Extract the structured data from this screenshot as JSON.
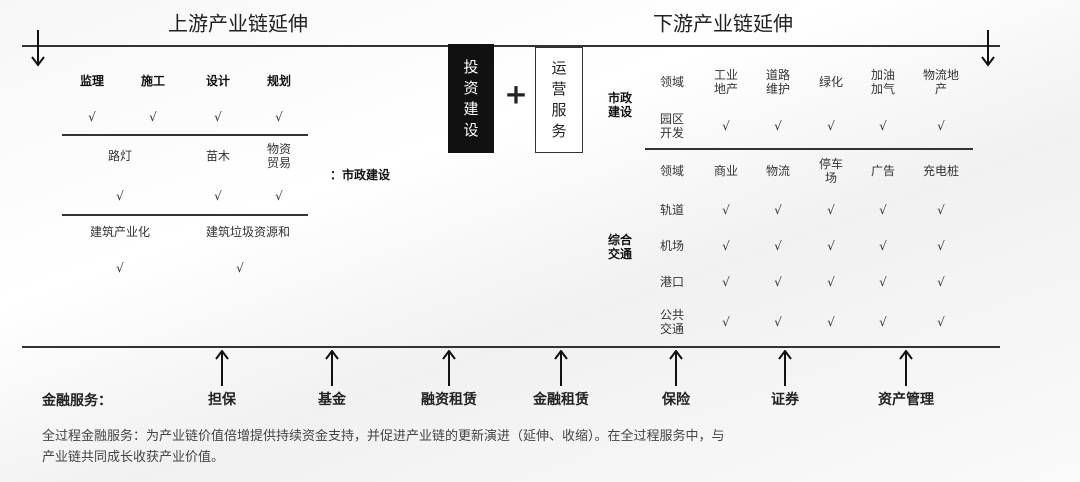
{
  "upstream": {
    "title": "上游产业链延伸",
    "row1": {
      "headers": [
        "监理",
        "施工",
        "设计",
        "规划"
      ],
      "checks": [
        "√",
        "√",
        "√",
        "√"
      ]
    },
    "row2": {
      "headers": [
        "路灯",
        "苗木",
        "物资\n贸易"
      ],
      "checks": [
        "√",
        "√",
        "√"
      ]
    },
    "row3": {
      "headers": [
        "建筑产业化",
        "建筑垃圾资源和"
      ],
      "checks": [
        "√",
        "√"
      ]
    },
    "category_label": "：市政建设"
  },
  "center": {
    "invest_label": "投资建设",
    "plus": "+",
    "ops_label": "运营服务"
  },
  "downstream": {
    "title": "下游产业链延伸",
    "municipal": {
      "label": "市政建设",
      "header": [
        "领域",
        "工业\n地产",
        "道路\n维护",
        "绿化",
        "加油\n加气",
        "物流地\n产"
      ],
      "rows": [
        {
          "name": "园区\n开发",
          "checks": [
            "√",
            "√",
            "√",
            "√",
            "√"
          ]
        }
      ]
    },
    "transport": {
      "label": "综合交通",
      "header": [
        "领域",
        "商业",
        "物流",
        "停车\n场",
        "广告",
        "充电桩"
      ],
      "rows": [
        {
          "name": "轨道",
          "checks": [
            "√",
            "√",
            "√",
            "√",
            "√"
          ]
        },
        {
          "name": "机场",
          "checks": [
            "√",
            "√",
            "√",
            "√",
            "√"
          ]
        },
        {
          "name": "港口",
          "checks": [
            "√",
            "√",
            "√",
            "√",
            "√"
          ]
        },
        {
          "name": "公共\n交通",
          "checks": [
            "√",
            "√",
            "√",
            "√",
            "√"
          ]
        }
      ]
    }
  },
  "finance": {
    "label": "金融服务：",
    "items": [
      "担保",
      "基金",
      "融资租赁",
      "金融租赁",
      "保险",
      "证券",
      "资产管理"
    ],
    "description": [
      "全过程金融服务：为产业链价值倍增提供持续资金支持，并促进产业链的更新演进（延伸、收缩）。在全过程服务中，与",
      "产业链共同成长收获产业价值。"
    ]
  }
}
